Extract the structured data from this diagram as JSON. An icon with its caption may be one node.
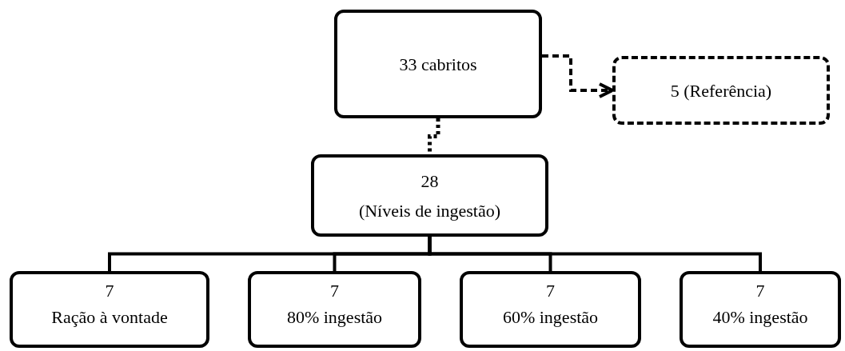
{
  "diagram": {
    "nodes": [
      {
        "text": [
          "33 cabritos"
        ]
      },
      {
        "text": [
          "5 (Referência)"
        ]
      },
      {
        "text": [
          "28",
          "(Níveis de ingestão)"
        ]
      },
      {
        "text": [
          "7",
          "Ração à vontade"
        ]
      },
      {
        "text": [
          "7",
          "80% ingestão"
        ]
      },
      {
        "text": [
          "7",
          "60% ingestão"
        ]
      },
      {
        "text": [
          "7",
          "40% ingestão"
        ]
      }
    ],
    "edges": [
      {
        "from": 0,
        "to": 1,
        "arrow": "to",
        "style": "dashed"
      },
      {
        "from": 0,
        "to": 2,
        "arrow": "none",
        "style": "dashed"
      },
      {
        "from": 2,
        "to": 3,
        "arrow": "none"
      },
      {
        "from": 2,
        "to": 4,
        "arrow": "none"
      },
      {
        "from": 2,
        "to": 5,
        "arrow": "none"
      },
      {
        "from": 2,
        "to": 6,
        "arrow": "none"
      }
    ]
  }
}
